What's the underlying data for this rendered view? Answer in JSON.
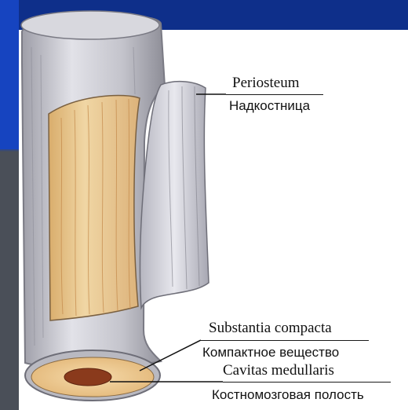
{
  "labels": {
    "periosteum": {
      "latin": "Periosteum",
      "russian": "Надкостница"
    },
    "substantia_compacta": {
      "latin": "Substantia compacta",
      "russian": "Компактное вещество"
    },
    "cavitas_medullaris": {
      "latin": "Cavitas medullaris",
      "russian": "Костномозговая полость"
    }
  },
  "colors": {
    "slide_blue": "#0e2f8a",
    "periosteum_gray": "#c9c9cf",
    "compact_bone_tan": "#e7c48e",
    "marrow_brown": "#8a3a1c"
  }
}
